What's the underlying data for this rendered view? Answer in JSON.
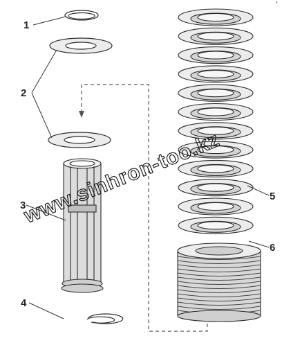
{
  "corner_mark": "*",
  "callouts": [
    "1",
    "2",
    "3",
    "4",
    "5",
    "6"
  ],
  "watermark": "www.sinhron-too.kz",
  "colors": {
    "line": "#2b2b2b",
    "disk_fill": "#e9e9e9",
    "body_fill": "#d8d8d8",
    "leader": "#333333"
  },
  "parts": {
    "disc_stack_count": 12,
    "compressed_pack_rings": 14
  }
}
